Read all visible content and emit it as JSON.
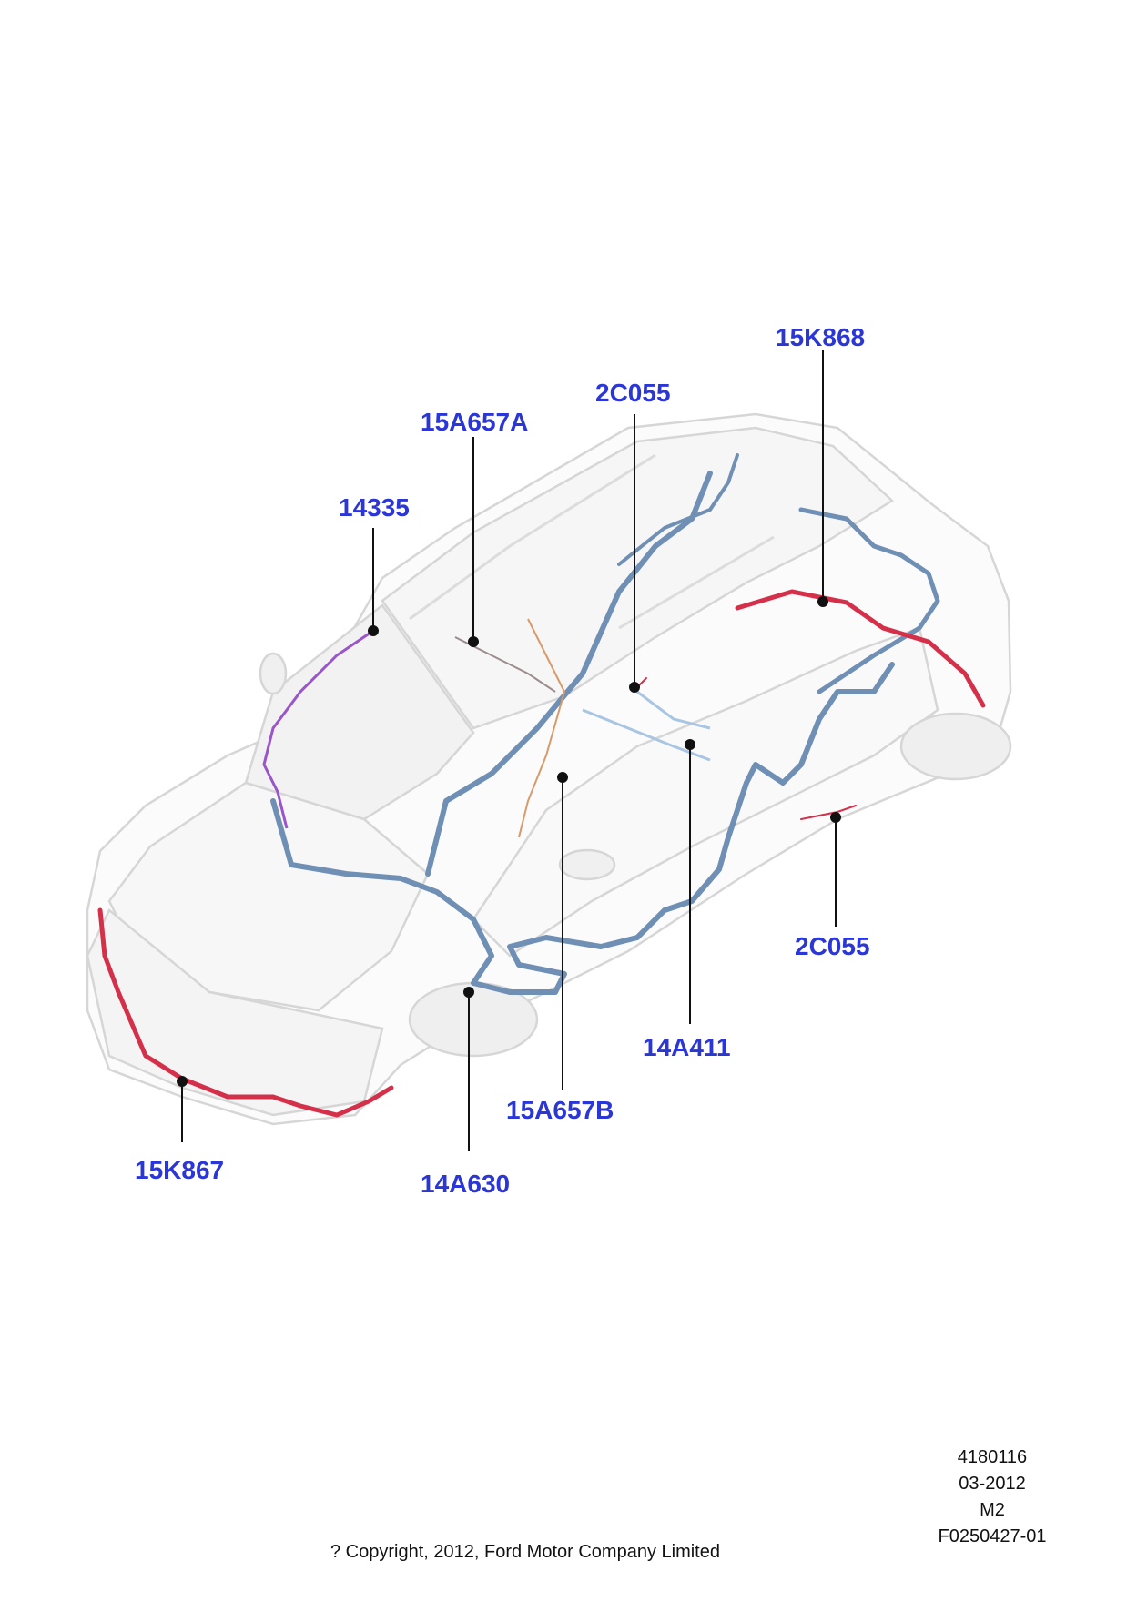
{
  "labels": {
    "l14335": "14335",
    "l15A657A": "15A657A",
    "l2C055_top": "2C055",
    "l15K868": "15K868",
    "l2C055_right": "2C055",
    "l14A411": "14A411",
    "l15A657B": "15A657B",
    "l14A630": "14A630",
    "l15K867": "15K867"
  },
  "meta": {
    "code": "4180116",
    "date": "03-2012",
    "model": "M2",
    "figure": "F0250427-01"
  },
  "copyright": "? Copyright, 2012, Ford Motor Company Limited",
  "colors": {
    "label": "#2b36d6",
    "harness_blue": "#6f8fb5",
    "harness_red": "#d5304a",
    "harness_purple": "#9a55c9",
    "harness_orange": "#d99a6a",
    "body_line": "#d8d8d8"
  }
}
